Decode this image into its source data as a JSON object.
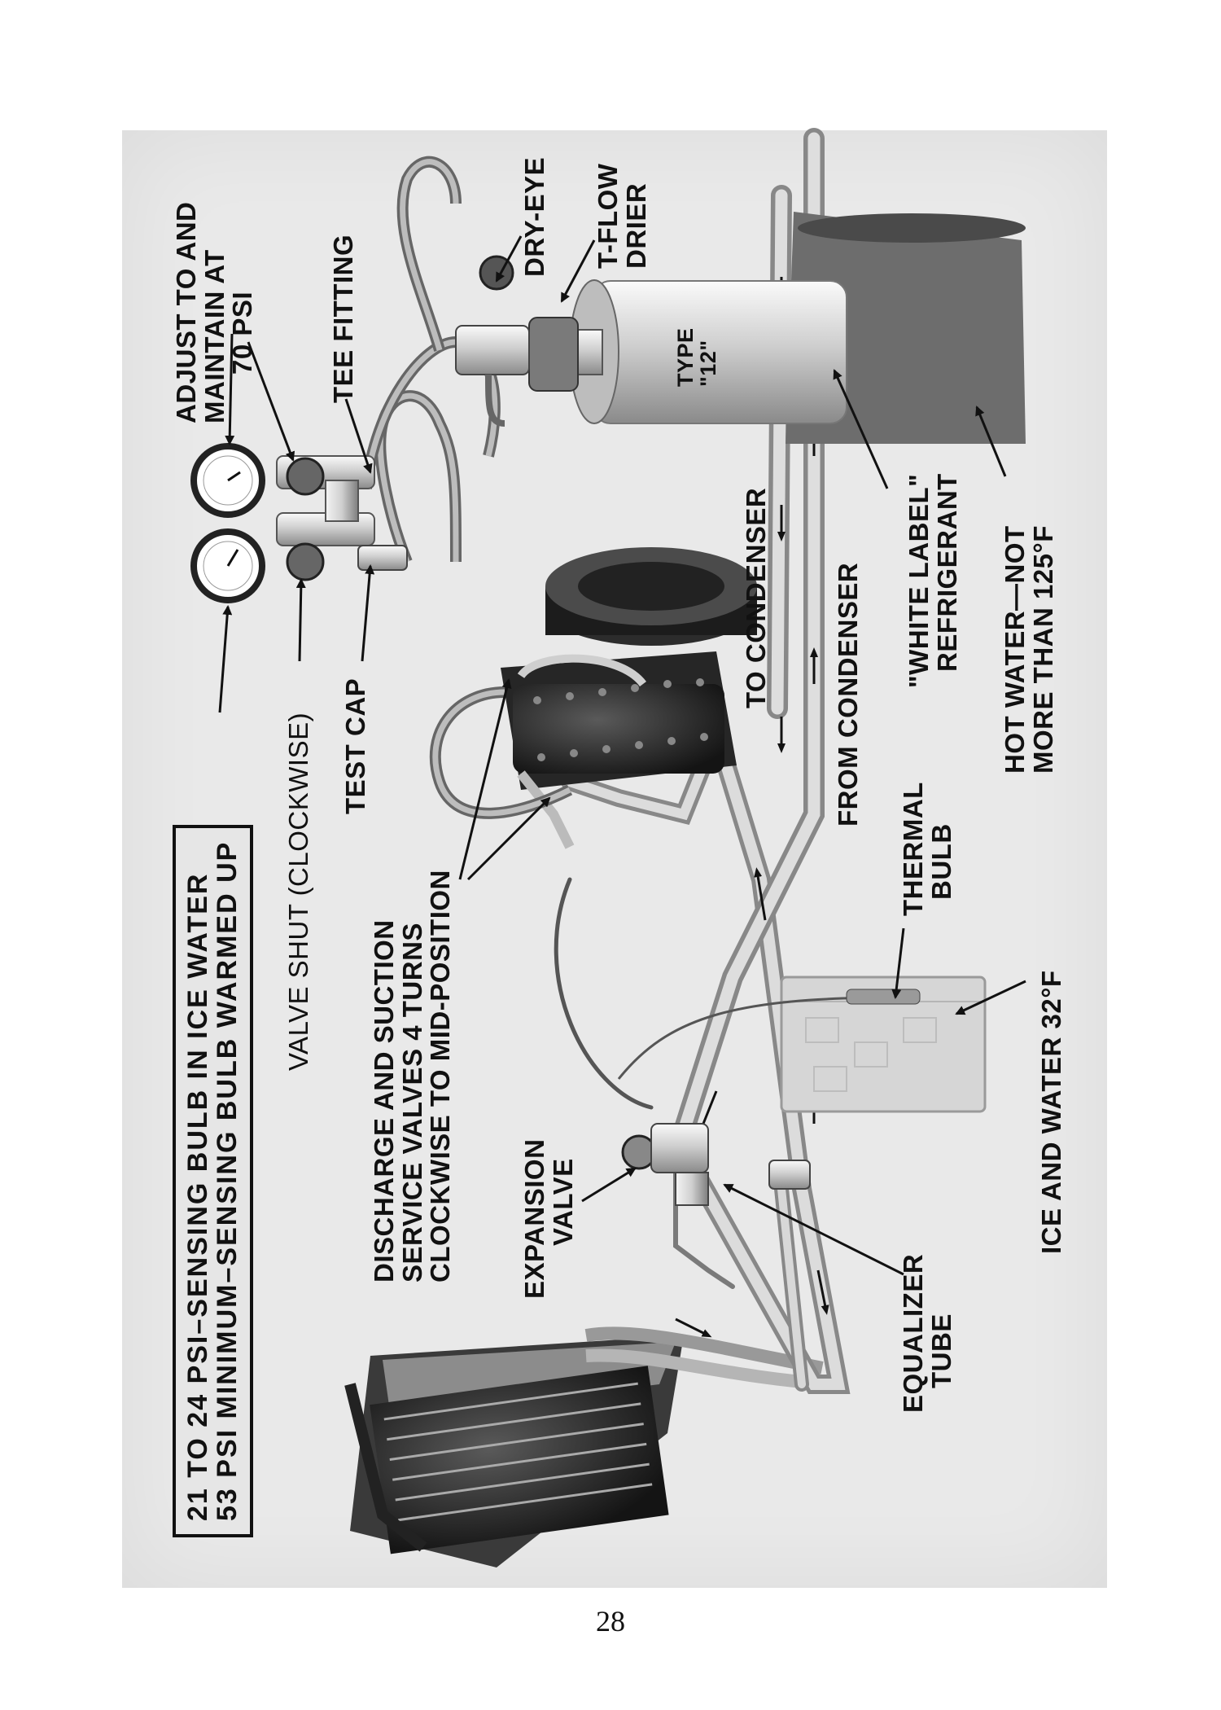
{
  "figure": {
    "caption_box": {
      "line1": "21 TO 24 PSI–SENSING BULB IN ICE WATER",
      "line2": "53 PSI MINIMUM–SENSING BULB WARMED UP"
    },
    "labels": {
      "adjust_70psi": [
        "ADJUST TO AND",
        "MAINTAIN AT",
        "70 PSI"
      ],
      "tee_fitting": "TEE FITTING",
      "dry_eye": "DRY-EYE",
      "t_flow_drier": [
        "T-FLOW",
        "DRIER"
      ],
      "type_12": [
        "TYPE",
        "\"12\""
      ],
      "valve_shut": "VALVE SHUT (CLOCKWISE)",
      "test_cap": "TEST CAP",
      "discharge_suction": [
        "DISCHARGE AND SUCTION",
        "SERVICE VALVES 4 TURNS",
        "CLOCKWISE TO MID-POSITION"
      ],
      "expansion_valve": [
        "EXPANSION",
        "VALVE"
      ],
      "to_condenser": "TO CONDENSER",
      "from_condenser": "FROM CONDENSER",
      "thermal_bulb": [
        "THERMAL",
        "BULB"
      ],
      "white_label": [
        "\"WHITE LABEL\"",
        "REFRIGERANT"
      ],
      "hot_water": [
        "HOT WATER—NOT",
        "MORE THAN 125°F"
      ],
      "ice_water": "ICE AND WATER 32°F",
      "equalizer_tube": [
        "EQUALIZER",
        "TUBE"
      ]
    }
  },
  "page_number": "28"
}
